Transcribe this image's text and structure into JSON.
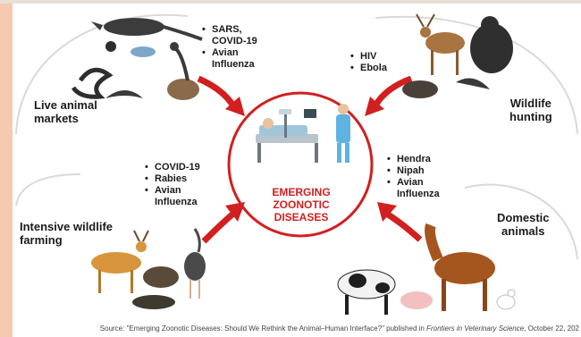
{
  "center": {
    "title_lines": [
      "EMERGING",
      "ZOONOTIC",
      "DISEASES"
    ]
  },
  "groups": {
    "live_markets": {
      "label_lines": [
        "Live animal",
        "markets"
      ],
      "diseases": [
        "SARS,",
        "COVID-19",
        "Avian",
        "Influenza"
      ]
    },
    "wildlife_hunting": {
      "label_lines": [
        "Wildlife",
        "hunting"
      ],
      "diseases": [
        "HIV",
        "Ebola"
      ]
    },
    "intensive_farming": {
      "label_lines": [
        "Intensive wildlife",
        "farming"
      ],
      "diseases": [
        "COVID-19",
        "Rabies",
        "Avian",
        "Influenza"
      ]
    },
    "domestic": {
      "label_lines": [
        "Domestic",
        "animals"
      ],
      "diseases": [
        "Hendra",
        "Nipah",
        "Avian",
        "Influenza"
      ]
    }
  },
  "source": {
    "prefix": "Source: \"Emerging Zoonotic Diseases: Should We Rethink the Animal–Human Interface?\" published in ",
    "journal": "Frontiers in Veterinary Science",
    "suffix": ", October 22, 202"
  },
  "colors": {
    "accent_red": "#d21f1f",
    "circle_grey": "#d9d9d9",
    "left_edge": "#f7c9ae"
  }
}
